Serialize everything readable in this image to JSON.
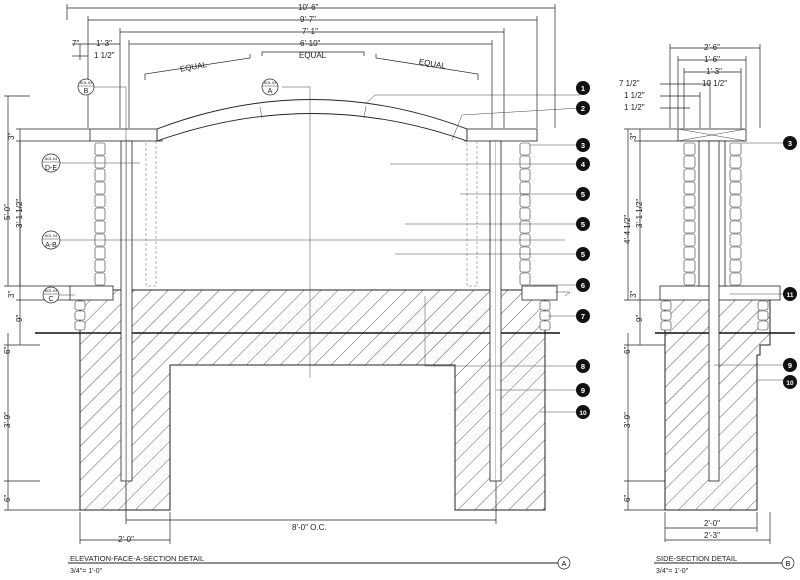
{
  "elevation": {
    "dims_top": [
      "10'-6\"",
      "9'-7\"",
      "7'-1\"",
      "6'-10\"",
      "1'-3\"",
      "7\"",
      "1 1/2\""
    ],
    "equal_labels": [
      "EQUAL",
      "EQUAL",
      "EQUAL"
    ],
    "dims_left": [
      "5'-0\"",
      "3'-1 1/2\"",
      "3\"",
      "3\"",
      "9\"",
      "6\"",
      "3'-9\"",
      "6\""
    ],
    "dims_bottom": [
      "8'-0\" O.C.",
      "2'-0\""
    ],
    "section_tags": [
      {
        "ref": "A01.04",
        "letter": "B"
      },
      {
        "ref": "A01.04",
        "letter": "A"
      },
      {
        "ref": "A01.04",
        "letter": "D-E"
      },
      {
        "ref": "A01.04",
        "letter": "A-B"
      },
      {
        "ref": "A01.04",
        "letter": "C"
      }
    ],
    "callouts": [
      "1",
      "2",
      "3",
      "4",
      "5",
      "5",
      "5",
      "6",
      "7",
      "8",
      "9",
      "10"
    ],
    "title": "ELEVATION-FACE-A-SECTION DETAIL",
    "scale": "3/4\"= 1'-0\"",
    "marker": "A"
  },
  "side": {
    "dims_top": [
      "2'-6\"",
      "1'-6\"",
      "1'-3\"",
      "7 1/2\"",
      "10 1/2\"",
      "1 1/2\"",
      "1 1/2\""
    ],
    "dims_left": [
      "4'-4 1/2\"",
      "3'-1 1/2\"",
      "3\"",
      "3\"",
      "9\"",
      "6\"",
      "3'-9\"",
      "6\""
    ],
    "dims_bottom": [
      "2'-0\"",
      "2'-3\""
    ],
    "callouts": [
      "3",
      "11",
      "9",
      "10"
    ],
    "title": "SIDE-SECTION DETAIL",
    "scale": "3/4\"= 1'-0\"",
    "marker": "B"
  }
}
